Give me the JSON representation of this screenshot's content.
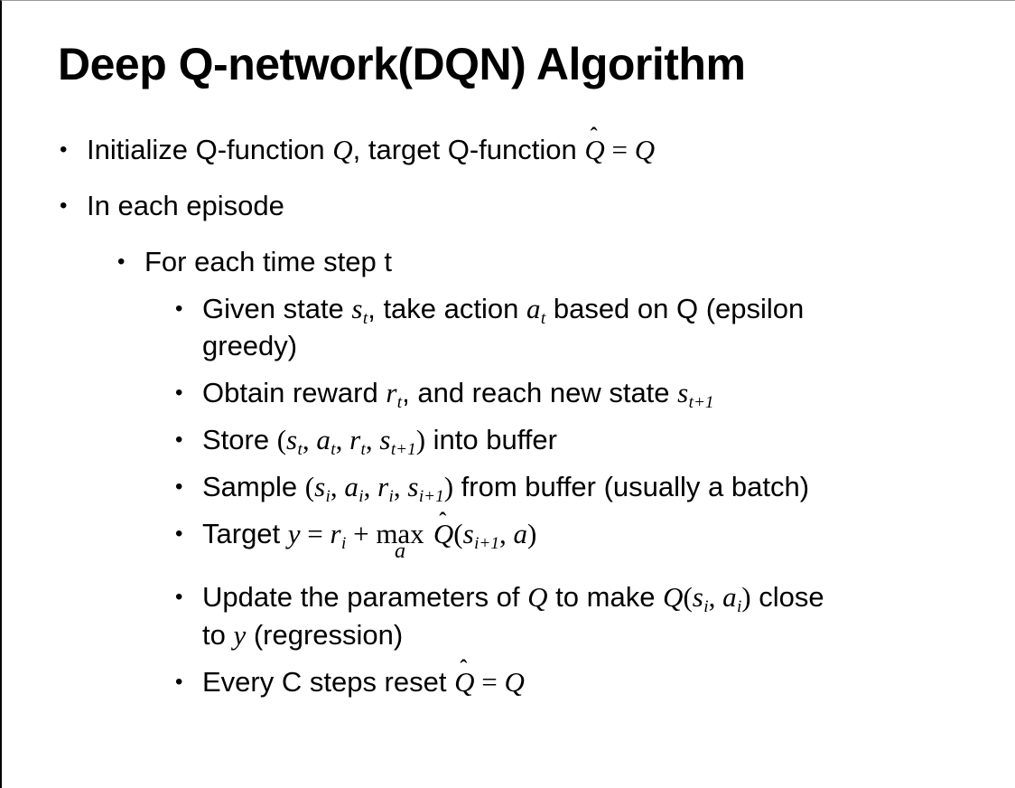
{
  "slide": {
    "title": "Deep Q-network(DQN) Algorithm",
    "bullets": [
      {
        "level": 1,
        "segments": [
          {
            "t": "t",
            "v": "Initialize Q-function "
          },
          {
            "t": "i",
            "v": "Q"
          },
          {
            "t": "t",
            "v": ", target Q-function "
          },
          {
            "t": "hat",
            "v": "Q"
          },
          {
            "t": "m",
            "v": " = "
          },
          {
            "t": "i",
            "v": "Q"
          }
        ]
      },
      {
        "level": 1,
        "segments": [
          {
            "t": "t",
            "v": "In each episode"
          }
        ]
      },
      {
        "level": 2,
        "segments": [
          {
            "t": "t",
            "v": "For each time step t"
          }
        ]
      },
      {
        "level": 3,
        "segments": [
          {
            "t": "t",
            "v": "Given state "
          },
          {
            "t": "sub",
            "v": "s",
            "s": "t"
          },
          {
            "t": "t",
            "v": ", take action "
          },
          {
            "t": "sub",
            "v": "a",
            "s": "t"
          },
          {
            "t": "t",
            "v": " based on Q (epsilon"
          },
          {
            "t": "br"
          },
          {
            "t": "t",
            "v": "greedy)"
          }
        ]
      },
      {
        "level": 3,
        "segments": [
          {
            "t": "t",
            "v": "Obtain reward "
          },
          {
            "t": "sub",
            "v": "r",
            "s": "t"
          },
          {
            "t": "t",
            "v": ", and reach new state "
          },
          {
            "t": "sub",
            "v": "s",
            "s": "t+1"
          }
        ]
      },
      {
        "level": 3,
        "segments": [
          {
            "t": "t",
            "v": "Store "
          },
          {
            "t": "m",
            "v": "("
          },
          {
            "t": "sub",
            "v": "s",
            "s": "t"
          },
          {
            "t": "m",
            "v": ", "
          },
          {
            "t": "sub",
            "v": "a",
            "s": "t"
          },
          {
            "t": "m",
            "v": ", "
          },
          {
            "t": "sub",
            "v": "r",
            "s": "t"
          },
          {
            "t": "m",
            "v": ", "
          },
          {
            "t": "sub",
            "v": "s",
            "s": "t+1"
          },
          {
            "t": "m",
            "v": ")"
          },
          {
            "t": "t",
            "v": " into buffer"
          }
        ]
      },
      {
        "level": 3,
        "segments": [
          {
            "t": "t",
            "v": "Sample "
          },
          {
            "t": "m",
            "v": "("
          },
          {
            "t": "sub",
            "v": "s",
            "s": "i"
          },
          {
            "t": "m",
            "v": ", "
          },
          {
            "t": "sub",
            "v": "a",
            "s": "i"
          },
          {
            "t": "m",
            "v": ", "
          },
          {
            "t": "sub",
            "v": "r",
            "s": "i"
          },
          {
            "t": "m",
            "v": ", "
          },
          {
            "t": "sub",
            "v": "s",
            "s": "i+1"
          },
          {
            "t": "m",
            "v": ")"
          },
          {
            "t": "t",
            "v": " from buffer (usually a batch)"
          }
        ]
      },
      {
        "level": 3,
        "segments": [
          {
            "t": "t",
            "v": "Target "
          },
          {
            "t": "i",
            "v": "y"
          },
          {
            "t": "m",
            "v": " = "
          },
          {
            "t": "sub",
            "v": "r",
            "s": "i"
          },
          {
            "t": "m",
            "v": " + "
          },
          {
            "t": "max",
            "v": "max",
            "under": "a"
          },
          {
            "t": "m",
            "v": " "
          },
          {
            "t": "hat",
            "v": "Q"
          },
          {
            "t": "m",
            "v": "("
          },
          {
            "t": "sub",
            "v": "s",
            "s": "i+1"
          },
          {
            "t": "m",
            "v": ", "
          },
          {
            "t": "i",
            "v": "a"
          },
          {
            "t": "m",
            "v": ")"
          }
        ]
      },
      {
        "level": 3,
        "segments": [
          {
            "t": "t",
            "v": "Update the parameters of "
          },
          {
            "t": "i",
            "v": "Q"
          },
          {
            "t": "t",
            "v": " to make "
          },
          {
            "t": "i",
            "v": "Q"
          },
          {
            "t": "m",
            "v": "("
          },
          {
            "t": "sub",
            "v": "s",
            "s": "i"
          },
          {
            "t": "m",
            "v": ", "
          },
          {
            "t": "sub",
            "v": "a",
            "s": "i"
          },
          {
            "t": "m",
            "v": ")"
          },
          {
            "t": "t",
            "v": " close"
          },
          {
            "t": "br"
          },
          {
            "t": "t",
            "v": "to "
          },
          {
            "t": "i",
            "v": "y"
          },
          {
            "t": "t",
            "v": " (regression)"
          }
        ]
      },
      {
        "level": 3,
        "segments": [
          {
            "t": "t",
            "v": "Every C steps reset "
          },
          {
            "t": "hat",
            "v": "Q"
          },
          {
            "t": "m",
            "v": " = "
          },
          {
            "t": "i",
            "v": "Q"
          }
        ]
      }
    ]
  },
  "symbols": {
    "bullet": "•",
    "hat": "ˆ"
  },
  "colors": {
    "background": "#ffffff",
    "text": "#000000",
    "border_left": "#000000",
    "border_top": "#999999"
  }
}
